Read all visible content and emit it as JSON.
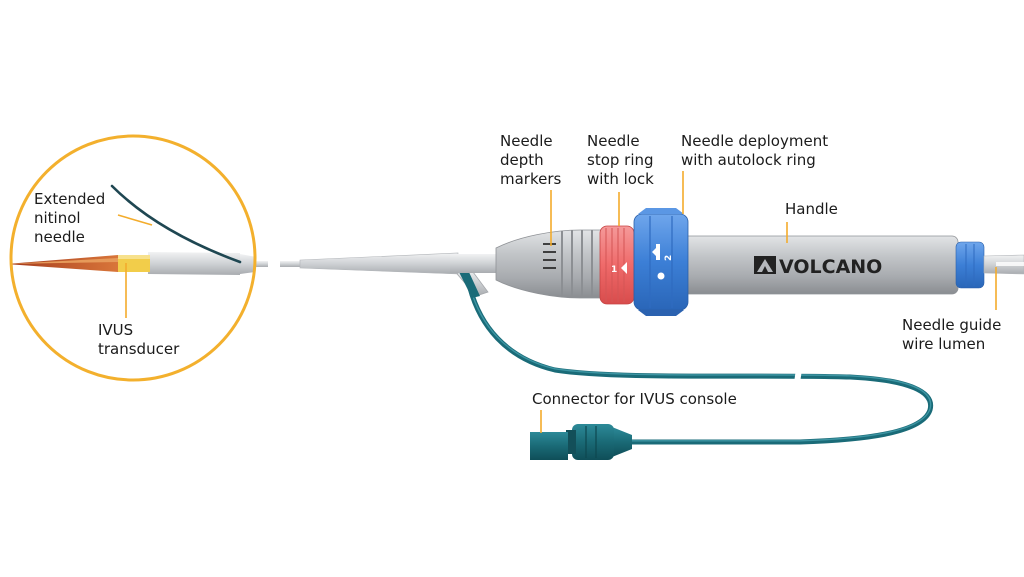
{
  "brand": {
    "name": "VOLCANO"
  },
  "colors": {
    "callout_lines": "#f3ac2c",
    "inset_border": "#f3b02d",
    "cable": "#1a6b78",
    "connector": "#1a6a76",
    "stop_ring": "#ef6a6a",
    "deployment_ring": "#3c7fd6",
    "handle": "#b5b8bc",
    "needle_tip": "#c4552a",
    "transducer": "#f2cd4a",
    "nitinol_needle": "#1f4752"
  },
  "stop_ring_numbers": [
    "1",
    "2"
  ],
  "labels": {
    "extended_nitinol_needle": [
      "Extended",
      "nitinol",
      "needle"
    ],
    "ivus_transducer": [
      "IVUS",
      "transducer"
    ],
    "needle_depth_markers": [
      "Needle",
      "depth",
      "markers"
    ],
    "needle_stop_ring": [
      "Needle",
      "stop ring",
      "with lock"
    ],
    "needle_deployment_ring": [
      "Needle deployment",
      "with autolock ring"
    ],
    "handle": [
      "Handle"
    ],
    "needle_guide_wire_lumen": [
      "Needle guide",
      "wire lumen"
    ],
    "connector_ivus_console": [
      "Connector for IVUS console"
    ]
  }
}
